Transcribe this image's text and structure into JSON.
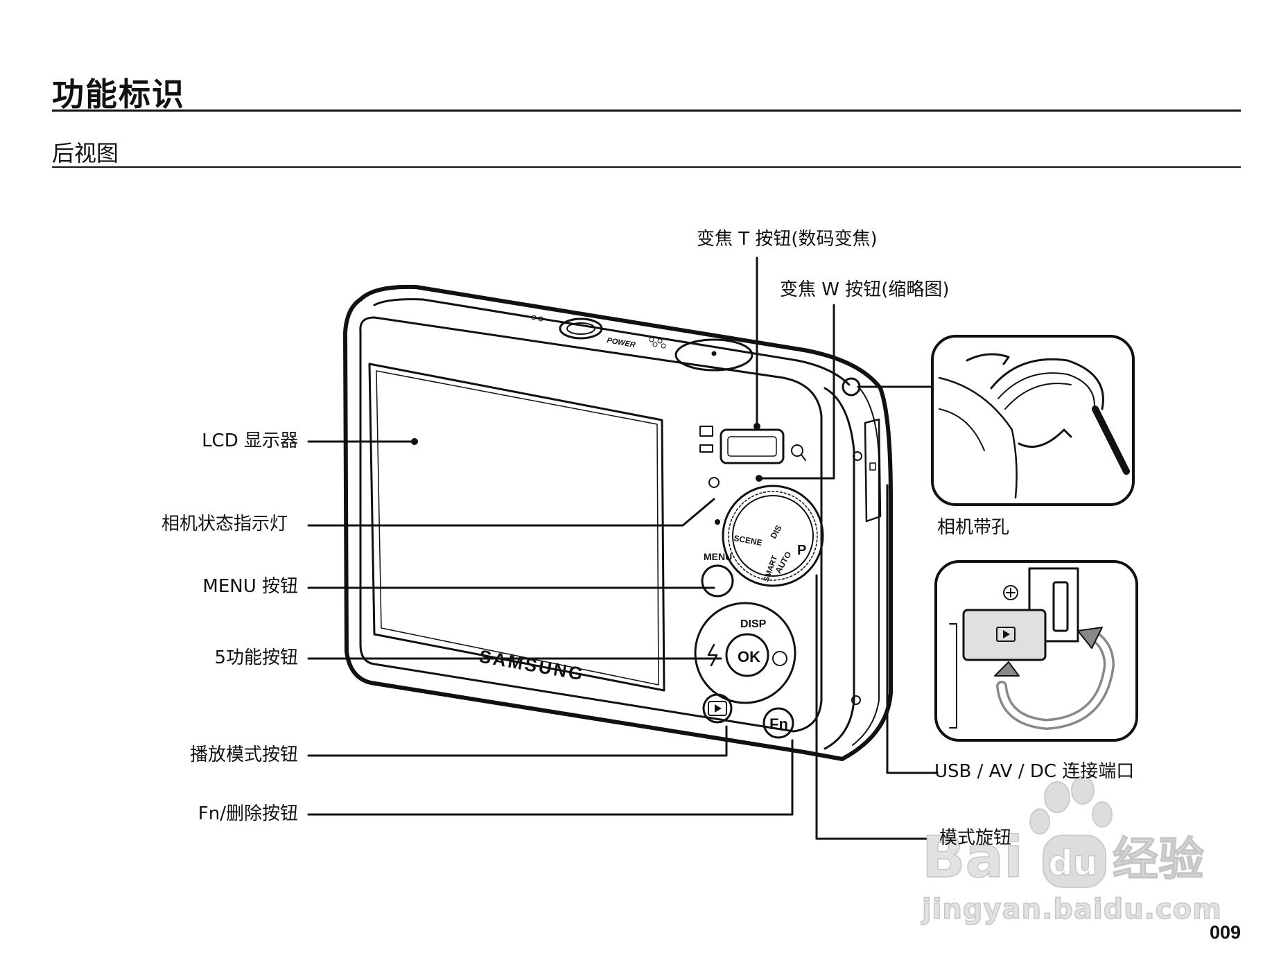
{
  "header": {
    "title": "功能标识",
    "subtitle": "后视图"
  },
  "labels": {
    "zoom_t": "变焦 T 按钮(数码变焦)",
    "zoom_w": "变焦 W 按钮(缩略图)",
    "lcd": "LCD 显示器",
    "status_lamp": "相机状态指示灯",
    "menu_button": "MENU 按钮",
    "five_function": "5功能按钮",
    "playback": "播放模式按钮",
    "fn_delete": "Fn/删除按钮",
    "strap_eyelet": "相机带孔",
    "usb_port": "USB / AV / DC 连接端口",
    "mode_dial": "模式旋钮"
  },
  "camera_markings": {
    "brand": "SAMSUNG",
    "power": "POWER",
    "menu": "MENU",
    "disp": "DISP",
    "ok": "OK",
    "fn": "Fn",
    "scene": "SCENE",
    "dis": "DIS",
    "smart": "SMART",
    "auto": "AUTO",
    "p": "P"
  },
  "watermark": {
    "brand_latin": "Bai",
    "brand_du": "du",
    "brand_cn": "经验",
    "url": "jingyan.baidu.com"
  },
  "page_number": "009"
}
